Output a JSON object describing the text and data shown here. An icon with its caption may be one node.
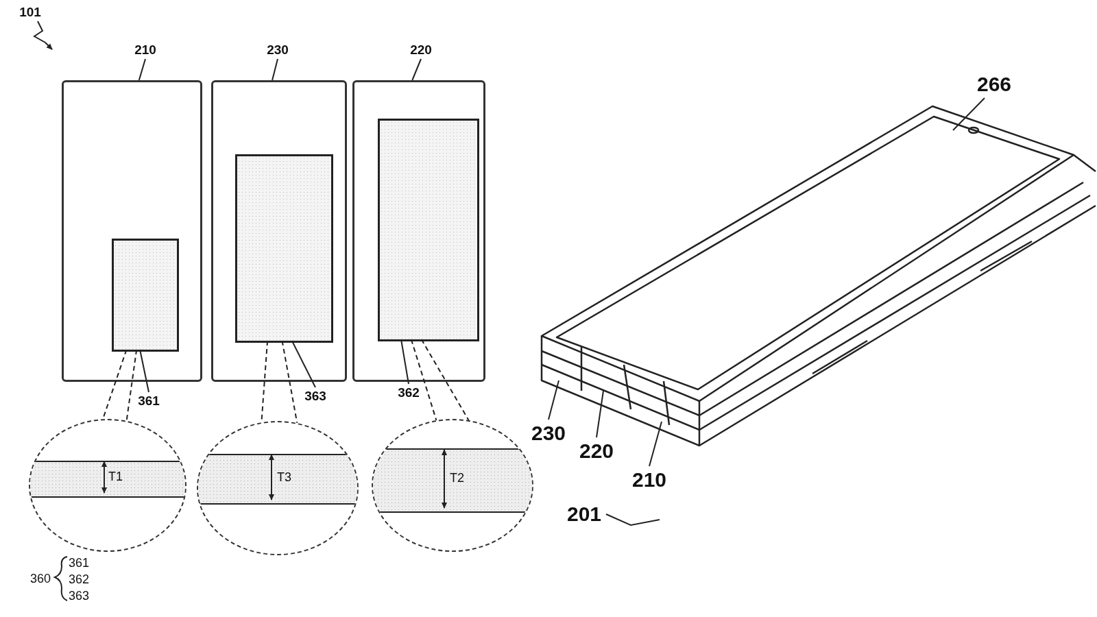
{
  "diagram": {
    "nodes": [
      {
        "text": [
          "101"
        ]
      },
      {
        "text": [
          "210"
        ]
      },
      {
        "text": [
          "230"
        ]
      },
      {
        "text": [
          "220"
        ]
      },
      {
        "text": [],
        "shape": "box"
      },
      {
        "text": [],
        "shape": "box"
      },
      {
        "text": [],
        "shape": "box"
      },
      {
        "text": [],
        "shape": "box",
        "in": 4
      },
      {
        "text": [],
        "shape": "box",
        "in": 5
      },
      {
        "text": [],
        "shape": "box",
        "in": 6
      },
      {
        "text": [
          "361"
        ]
      },
      {
        "text": [
          "363"
        ]
      },
      {
        "text": [
          "362"
        ]
      },
      {
        "text": [],
        "shape": "circle"
      },
      {
        "text": [],
        "shape": "circle"
      },
      {
        "text": [],
        "shape": "circle"
      },
      {
        "text": [
          "266"
        ]
      },
      {
        "text": [
          "230"
        ]
      },
      {
        "text": [
          "220"
        ]
      },
      {
        "text": [
          "210"
        ]
      },
      {
        "text": [
          "201"
        ]
      }
    ],
    "edges": [
      {
        "from": 0,
        "to": null,
        "arrow": "to"
      },
      {
        "from": 1,
        "to": 4,
        "arrow": "none"
      },
      {
        "from": 2,
        "to": 5,
        "arrow": "none"
      },
      {
        "from": 3,
        "to": 6,
        "arrow": "none"
      },
      {
        "from": 10,
        "to": 7,
        "arrow": "none"
      },
      {
        "from": 11,
        "to": 8,
        "arrow": "none"
      },
      {
        "from": 12,
        "to": 9,
        "arrow": "none"
      },
      {
        "from": 7,
        "to": 13,
        "arrow": "none",
        "style": "dashed"
      },
      {
        "from": 8,
        "to": 14,
        "arrow": "none",
        "style": "dashed"
      },
      {
        "from": 9,
        "to": 15,
        "arrow": "none",
        "style": "dashed"
      },
      {
        "from": 16,
        "to": null,
        "arrow": "none"
      },
      {
        "from": 17,
        "to": null,
        "arrow": "none"
      },
      {
        "from": 18,
        "to": null,
        "arrow": "none"
      },
      {
        "from": 19,
        "to": null,
        "arrow": "none"
      },
      {
        "from": 20,
        "to": null,
        "arrow": "none"
      }
    ],
    "labels": [
      "T1",
      "T3",
      "T2",
      "360",
      "361",
      "362",
      "363"
    ]
  }
}
